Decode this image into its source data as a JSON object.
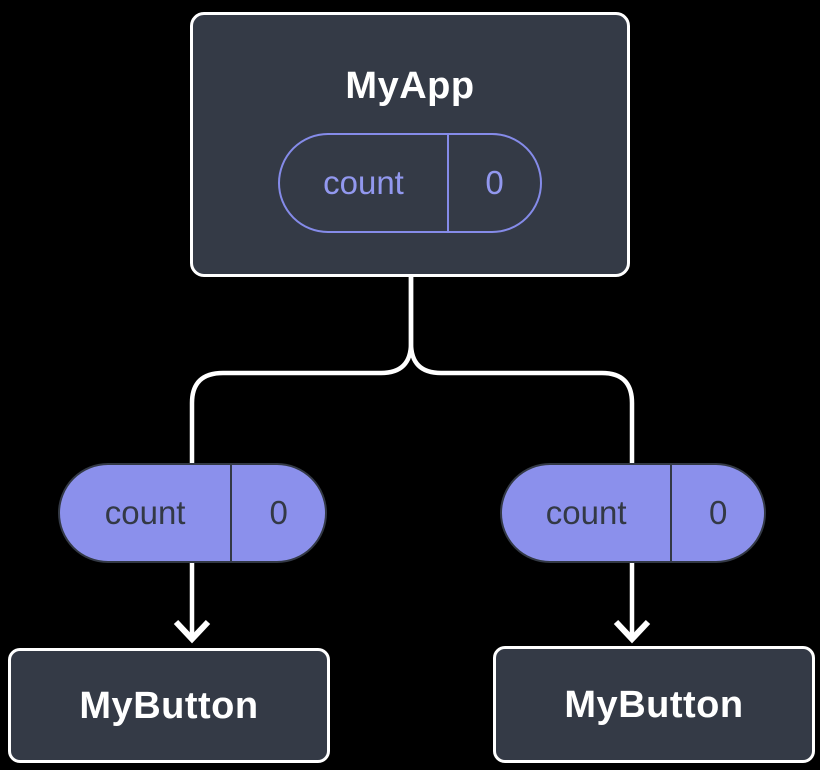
{
  "diagram": {
    "root": {
      "label": "MyApp",
      "state": {
        "name": "count",
        "value": "0"
      }
    },
    "children": [
      {
        "label": "MyButton",
        "state": {
          "name": "count",
          "value": "0"
        }
      },
      {
        "label": "MyButton",
        "state": {
          "name": "count",
          "value": "0"
        }
      }
    ],
    "colors": {
      "background": "#000000",
      "node_fill": "#343A46",
      "node_border": "#FFFFFF",
      "pill_fill": "#8B90EC",
      "pill_outline": "#858BE9",
      "pill_text_dark": "#333945",
      "pill_text_light": "#9298EF",
      "connector": "#FFFFFF"
    }
  }
}
